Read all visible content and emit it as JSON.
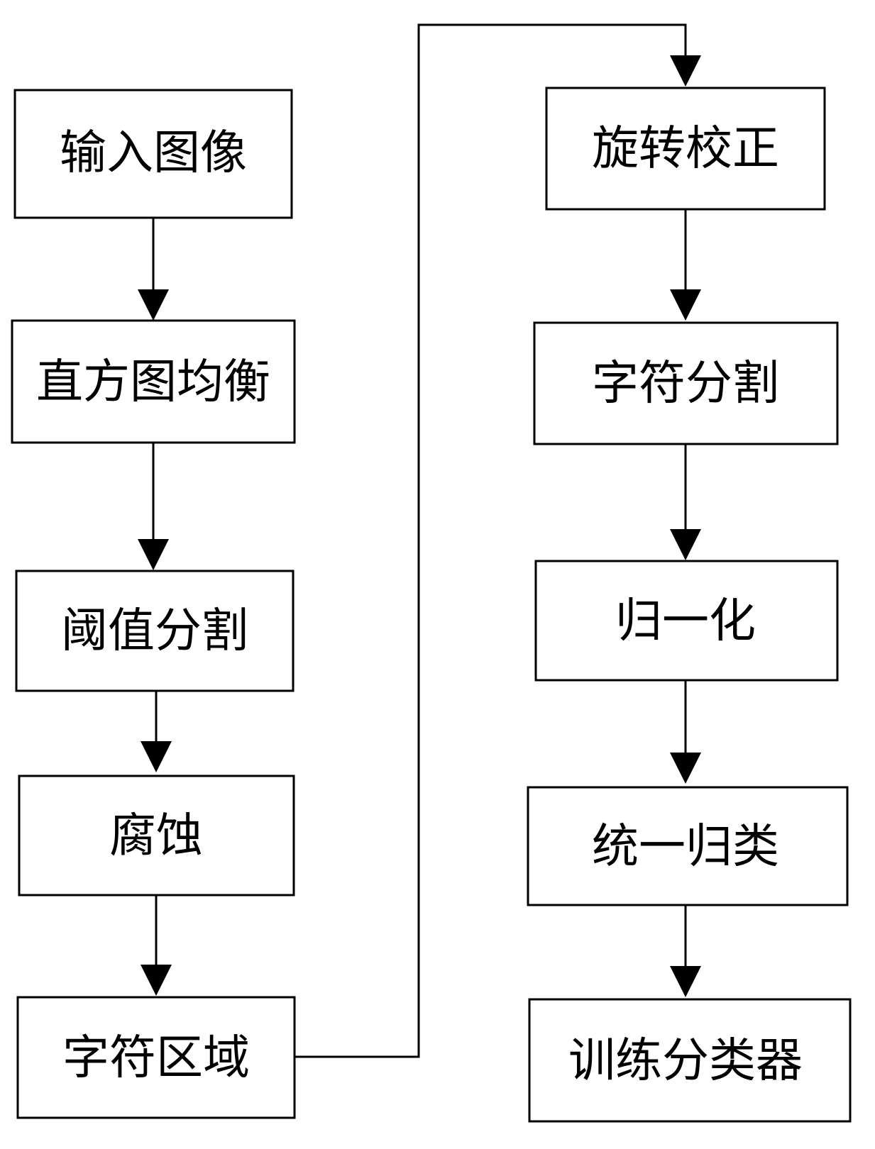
{
  "diagram": {
    "type": "flowchart",
    "colors": {
      "stroke": "#000000",
      "background": "#ffffff",
      "text": "#000000"
    },
    "nodes": [
      {
        "id": "n1",
        "label": "输入图像"
      },
      {
        "id": "n2",
        "label": "直方图均衡"
      },
      {
        "id": "n3",
        "label": "阈值分割"
      },
      {
        "id": "n4",
        "label": "腐蚀"
      },
      {
        "id": "n5",
        "label": "字符区域"
      },
      {
        "id": "n6",
        "label": "旋转校正"
      },
      {
        "id": "n7",
        "label": "字符分割"
      },
      {
        "id": "n8",
        "label": "归一化"
      },
      {
        "id": "n9",
        "label": "统一归类"
      },
      {
        "id": "n10",
        "label": "训练分类器"
      }
    ],
    "edges": [
      {
        "from": "n1",
        "to": "n2"
      },
      {
        "from": "n2",
        "to": "n3"
      },
      {
        "from": "n3",
        "to": "n4"
      },
      {
        "from": "n4",
        "to": "n5"
      },
      {
        "from": "n5",
        "to": "n6"
      },
      {
        "from": "n6",
        "to": "n7"
      },
      {
        "from": "n7",
        "to": "n8"
      },
      {
        "from": "n8",
        "to": "n9"
      },
      {
        "from": "n9",
        "to": "n10"
      }
    ]
  }
}
